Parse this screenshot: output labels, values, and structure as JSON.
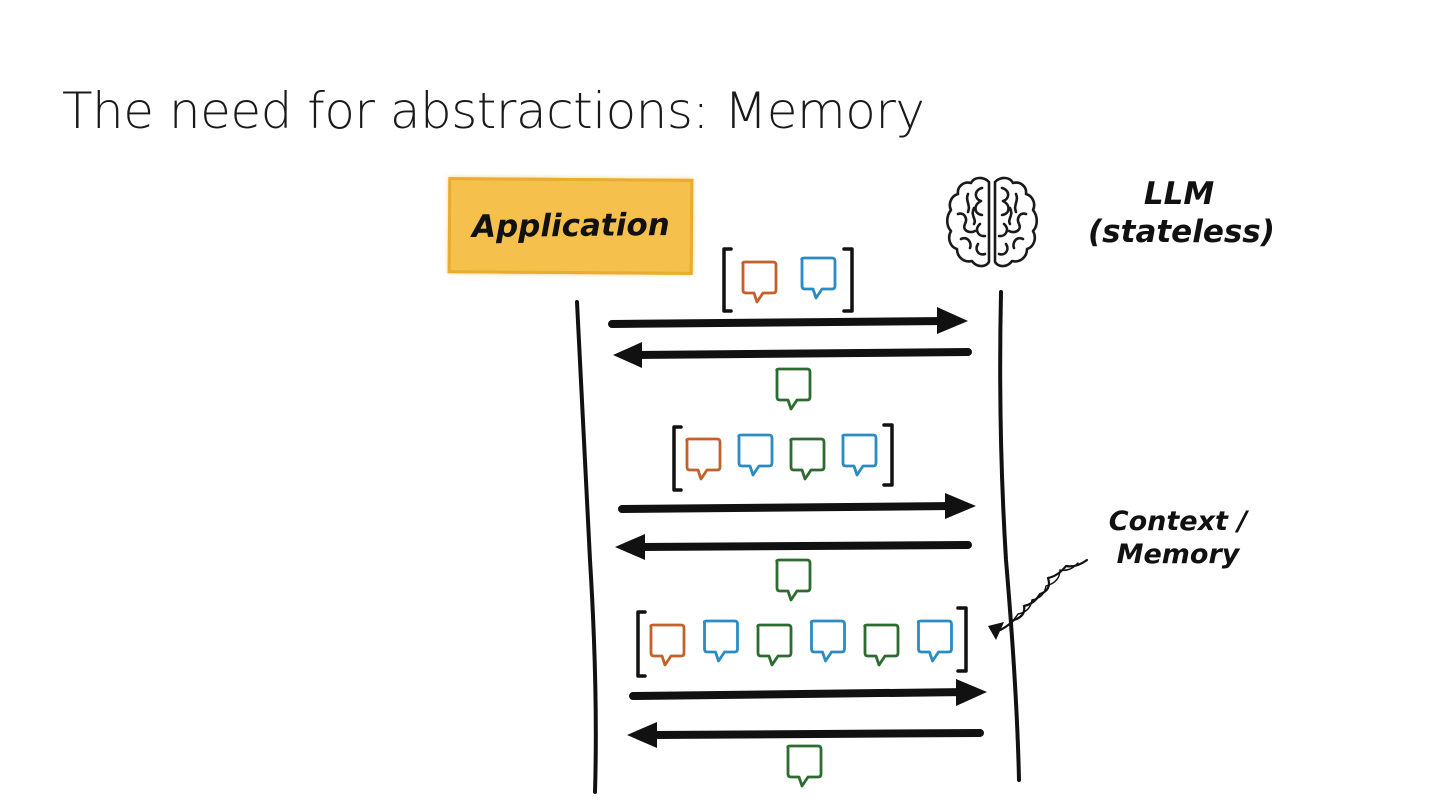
{
  "slide": {
    "title": "The need for abstractions: Memory"
  },
  "participants": {
    "application": "Application",
    "llm": {
      "line1": "LLM",
      "line2": "(stateless)",
      "icon": "brain-icon"
    }
  },
  "annotation": {
    "line1": "Context /",
    "line2": "Memory",
    "icon": "squiggle-arrow-icon"
  },
  "colors": {
    "user_message": "#c2622a",
    "app_message": "#2b8cc4",
    "llm_response": "#2e6b31",
    "application_box": "#f5c04c",
    "application_box_border": "#e8ac2e",
    "ink": "#111111"
  },
  "exchanges": [
    {
      "request_context": [
        "user_message",
        "app_message"
      ],
      "response": "llm_response"
    },
    {
      "request_context": [
        "user_message",
        "app_message",
        "llm_response",
        "app_message"
      ],
      "response": "llm_response"
    },
    {
      "request_context": [
        "user_message",
        "app_message",
        "llm_response",
        "app_message",
        "llm_response",
        "app_message"
      ],
      "response": "llm_response"
    }
  ]
}
